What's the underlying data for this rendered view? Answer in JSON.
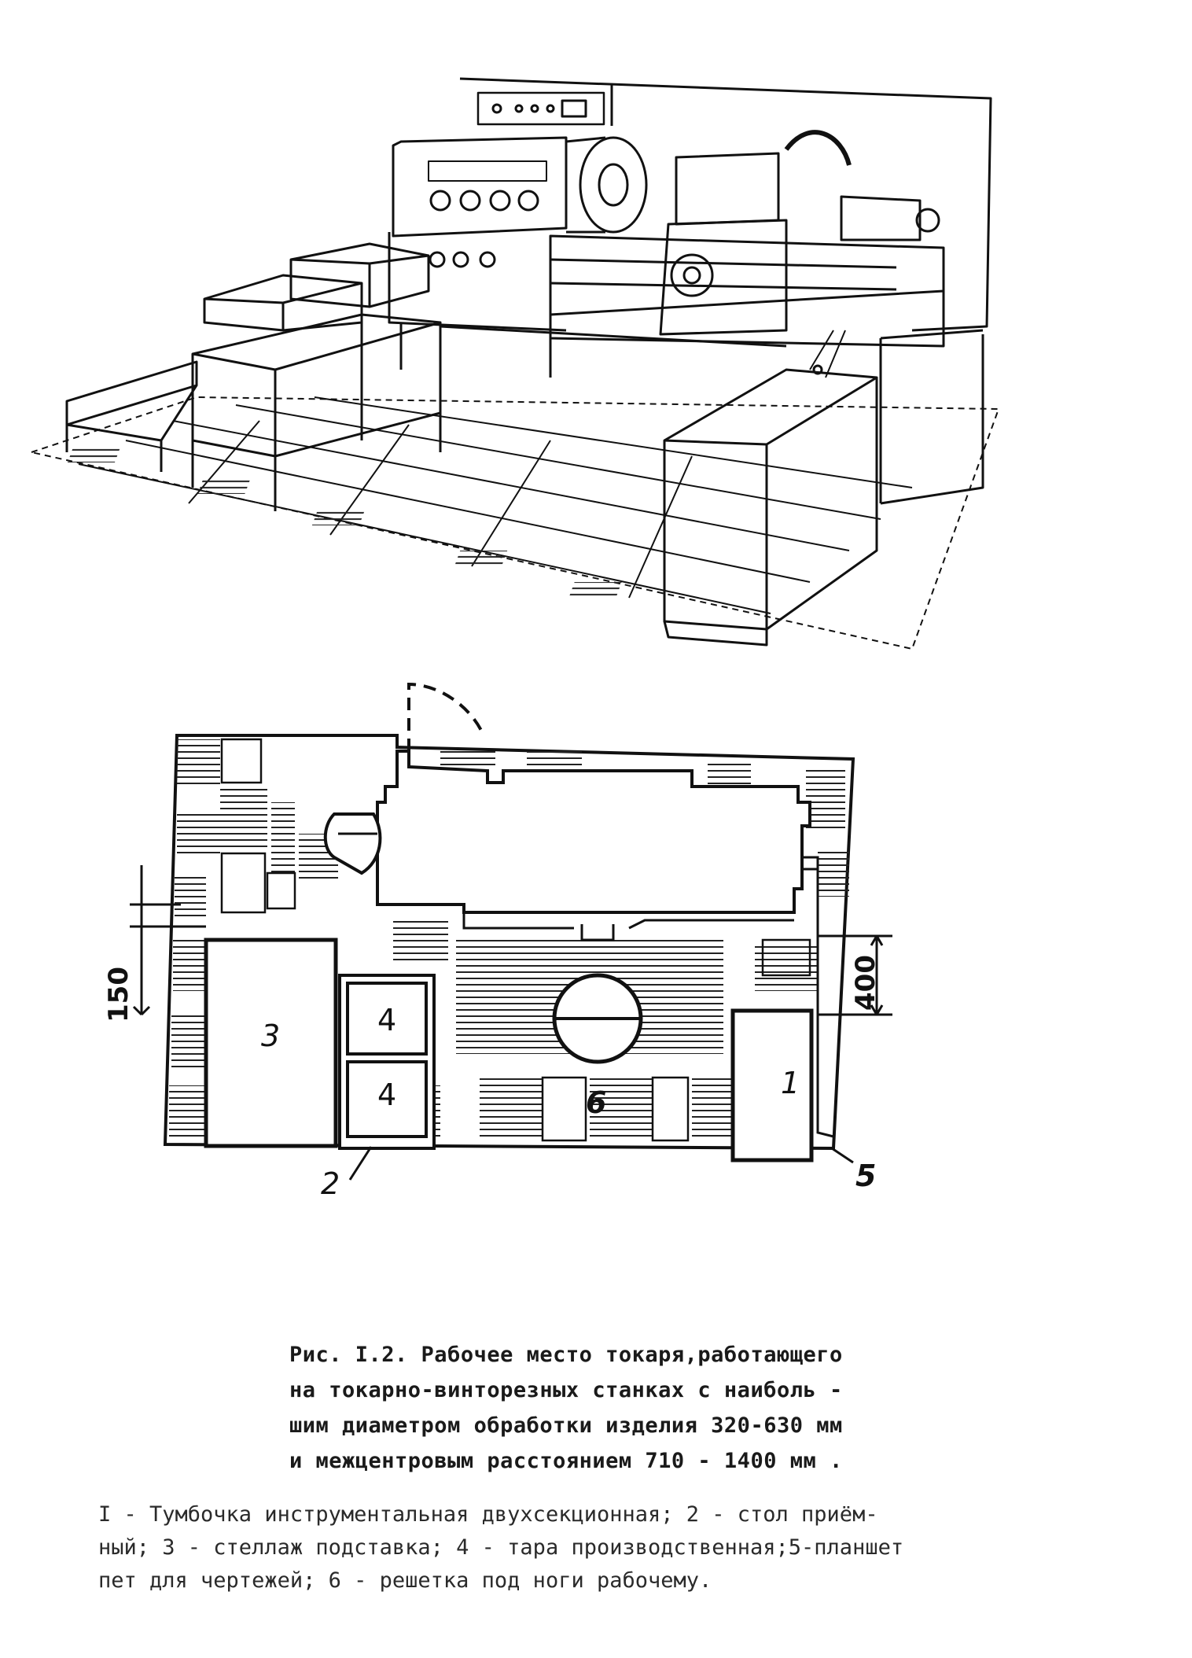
{
  "plan": {
    "labels": {
      "cabinet": "1",
      "table": "2",
      "stand": "3",
      "container_top": "4",
      "container_bottom": "4",
      "drawing_holder": "5",
      "foot_grate": "6"
    },
    "dimensions": {
      "left": "150",
      "right": "400"
    }
  },
  "caption": {
    "line1": "Рис. I.2. Рабочее место токаря,работающего",
    "line2": "на токарно-винторезных станках с наиболь -",
    "line3": "шим диаметром обработки изделия 320-630 мм",
    "line4": "и межцентровым расстоянием 710 - 1400 мм ."
  },
  "legend": {
    "line1": "I - Тумбочка инструментальная двухсекционная; 2 - стол приём-",
    "line2": "ный; 3 - стеллаж подставка; 4 - тара производственная;5-планшет",
    "line3": "пет для чертежей; 6 - решетка под ноги рабочему."
  }
}
